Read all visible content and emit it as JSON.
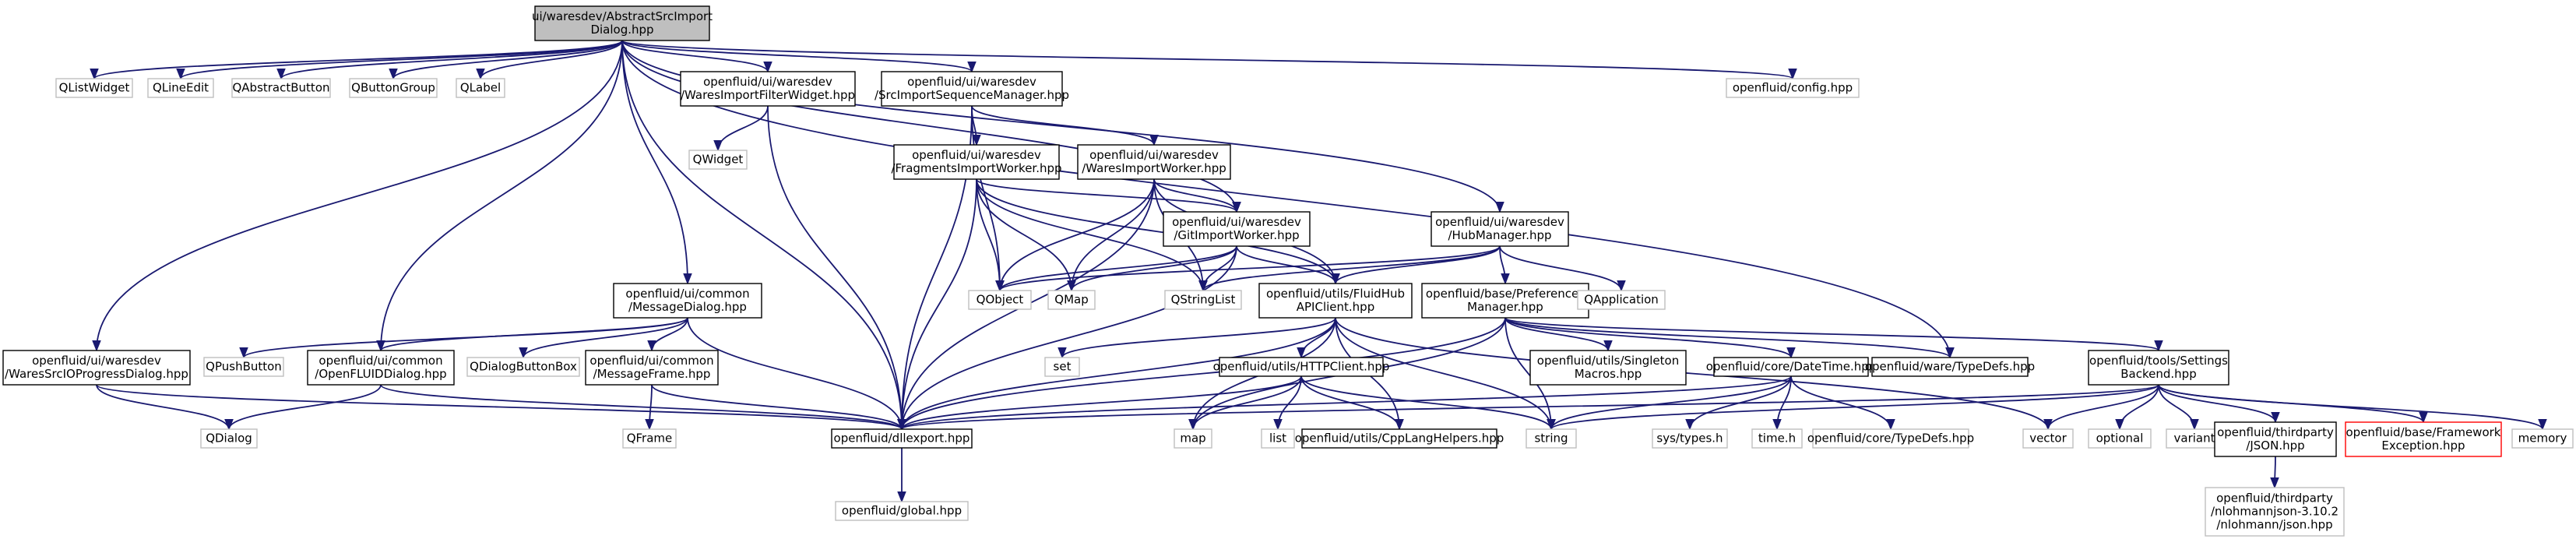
{
  "graph": {
    "colors": {
      "edge": "#191970",
      "primary_border": "#000000",
      "external_border": "#bfbfbf",
      "root_fill": "#bfbfbf",
      "warning_border": "#ff0000",
      "node_fill": "#ffffff"
    },
    "nodes": [
      {
        "id": "root",
        "kind": "root",
        "lines": [
          "ui/waresdev/AbstractSrcImport",
          "Dialog.hpp"
        ]
      },
      {
        "id": "qlistwidget",
        "kind": "external",
        "lines": [
          "QListWidget"
        ]
      },
      {
        "id": "qlineedit",
        "kind": "external",
        "lines": [
          "QLineEdit"
        ]
      },
      {
        "id": "qabstractbutton",
        "kind": "external",
        "lines": [
          "QAbstractButton"
        ]
      },
      {
        "id": "qbuttongroup",
        "kind": "external",
        "lines": [
          "QButtonGroup"
        ]
      },
      {
        "id": "qlabel",
        "kind": "external",
        "lines": [
          "QLabel"
        ]
      },
      {
        "id": "wiw",
        "kind": "primary",
        "lines": [
          "openfluid/ui/waresdev",
          "/WaresImportFilterWidget.hpp"
        ]
      },
      {
        "id": "sism",
        "kind": "primary",
        "lines": [
          "openfluid/ui/waresdev",
          "/SrcImportSequenceManager.hpp"
        ]
      },
      {
        "id": "config",
        "kind": "external",
        "lines": [
          "openfluid/config.hpp"
        ]
      },
      {
        "id": "qwidget",
        "kind": "external",
        "lines": [
          "QWidget"
        ]
      },
      {
        "id": "fiw",
        "kind": "primary",
        "lines": [
          "openfluid/ui/waresdev",
          "/FragmentsImportWorker.hpp"
        ]
      },
      {
        "id": "wimw",
        "kind": "primary",
        "lines": [
          "openfluid/ui/waresdev",
          "/WaresImportWorker.hpp"
        ]
      },
      {
        "id": "giw",
        "kind": "primary",
        "lines": [
          "openfluid/ui/waresdev",
          "/GitImportWorker.hpp"
        ]
      },
      {
        "id": "hub",
        "kind": "primary",
        "lines": [
          "openfluid/ui/waresdev",
          "/HubManager.hpp"
        ]
      },
      {
        "id": "qobject",
        "kind": "external",
        "lines": [
          "QObject"
        ]
      },
      {
        "id": "qmap",
        "kind": "external",
        "lines": [
          "QMap"
        ]
      },
      {
        "id": "qstringlist",
        "kind": "external",
        "lines": [
          "QStringList"
        ]
      },
      {
        "id": "fhub",
        "kind": "primary",
        "lines": [
          "openfluid/utils/FluidHub",
          "APIClient.hpp"
        ]
      },
      {
        "id": "prefs",
        "kind": "primary",
        "lines": [
          "openfluid/base/Preferences",
          "Manager.hpp"
        ]
      },
      {
        "id": "qapp",
        "kind": "external",
        "lines": [
          "QApplication"
        ]
      },
      {
        "id": "msgdlg",
        "kind": "primary",
        "lines": [
          "openfluid/ui/common",
          "/MessageDialog.hpp"
        ]
      },
      {
        "id": "wsiopd",
        "kind": "primary",
        "lines": [
          "openfluid/ui/waresdev",
          "/WaresSrcIOProgressDialog.hpp"
        ]
      },
      {
        "id": "qpushbutton",
        "kind": "external",
        "lines": [
          "QPushButton"
        ]
      },
      {
        "id": "ofdlg",
        "kind": "primary",
        "lines": [
          "openfluid/ui/common",
          "/OpenFLUIDDialog.hpp"
        ]
      },
      {
        "id": "qdbb",
        "kind": "external",
        "lines": [
          "QDialogButtonBox"
        ]
      },
      {
        "id": "msgframe",
        "kind": "primary",
        "lines": [
          "openfluid/ui/common",
          "/MessageFrame.hpp"
        ]
      },
      {
        "id": "set",
        "kind": "external",
        "lines": [
          "set"
        ]
      },
      {
        "id": "singleton",
        "kind": "primary",
        "lines": [
          "openfluid/utils/Singleton",
          "Macros.hpp"
        ]
      },
      {
        "id": "datetime",
        "kind": "primary",
        "lines": [
          "openfluid/core/DateTime.hpp"
        ]
      },
      {
        "id": "waretypedefs",
        "kind": "primary",
        "lines": [
          "openfluid/ware/TypeDefs.hpp"
        ]
      },
      {
        "id": "settings",
        "kind": "primary",
        "lines": [
          "openfluid/tools/Settings",
          "Backend.hpp"
        ]
      },
      {
        "id": "httpclient",
        "kind": "primary",
        "lines": [
          "openfluid/utils/HTTPClient.hpp"
        ]
      },
      {
        "id": "qdialog",
        "kind": "external",
        "lines": [
          "QDialog"
        ]
      },
      {
        "id": "qframe",
        "kind": "external",
        "lines": [
          "QFrame"
        ]
      },
      {
        "id": "dllexport",
        "kind": "primary",
        "lines": [
          "openfluid/dllexport.hpp"
        ]
      },
      {
        "id": "map",
        "kind": "external",
        "lines": [
          "map"
        ]
      },
      {
        "id": "list",
        "kind": "external",
        "lines": [
          "list"
        ]
      },
      {
        "id": "cpplang",
        "kind": "primary",
        "lines": [
          "openfluid/utils/CppLangHelpers.hpp"
        ]
      },
      {
        "id": "string",
        "kind": "external",
        "lines": [
          "string"
        ]
      },
      {
        "id": "systypes",
        "kind": "external",
        "lines": [
          "sys/types.h"
        ]
      },
      {
        "id": "timeh",
        "kind": "external",
        "lines": [
          "time.h"
        ]
      },
      {
        "id": "coretypedefs",
        "kind": "external",
        "lines": [
          "openfluid/core/TypeDefs.hpp"
        ]
      },
      {
        "id": "vector",
        "kind": "external",
        "lines": [
          "vector"
        ]
      },
      {
        "id": "optional",
        "kind": "external",
        "lines": [
          "optional"
        ]
      },
      {
        "id": "variant",
        "kind": "external",
        "lines": [
          "variant"
        ]
      },
      {
        "id": "json",
        "kind": "primary",
        "lines": [
          "openfluid/thirdparty",
          "/JSON.hpp"
        ]
      },
      {
        "id": "fwexc",
        "kind": "warning",
        "lines": [
          "openfluid/base/Framework",
          "Exception.hpp"
        ]
      },
      {
        "id": "memory",
        "kind": "external",
        "lines": [
          "memory"
        ]
      },
      {
        "id": "global",
        "kind": "external",
        "lines": [
          "openfluid/global.hpp"
        ]
      },
      {
        "id": "nlohmann",
        "kind": "external",
        "lines": [
          "openfluid/thirdparty",
          "/nlohmannjson-3.10.2",
          "/nlohmann/json.hpp"
        ]
      }
    ]
  }
}
